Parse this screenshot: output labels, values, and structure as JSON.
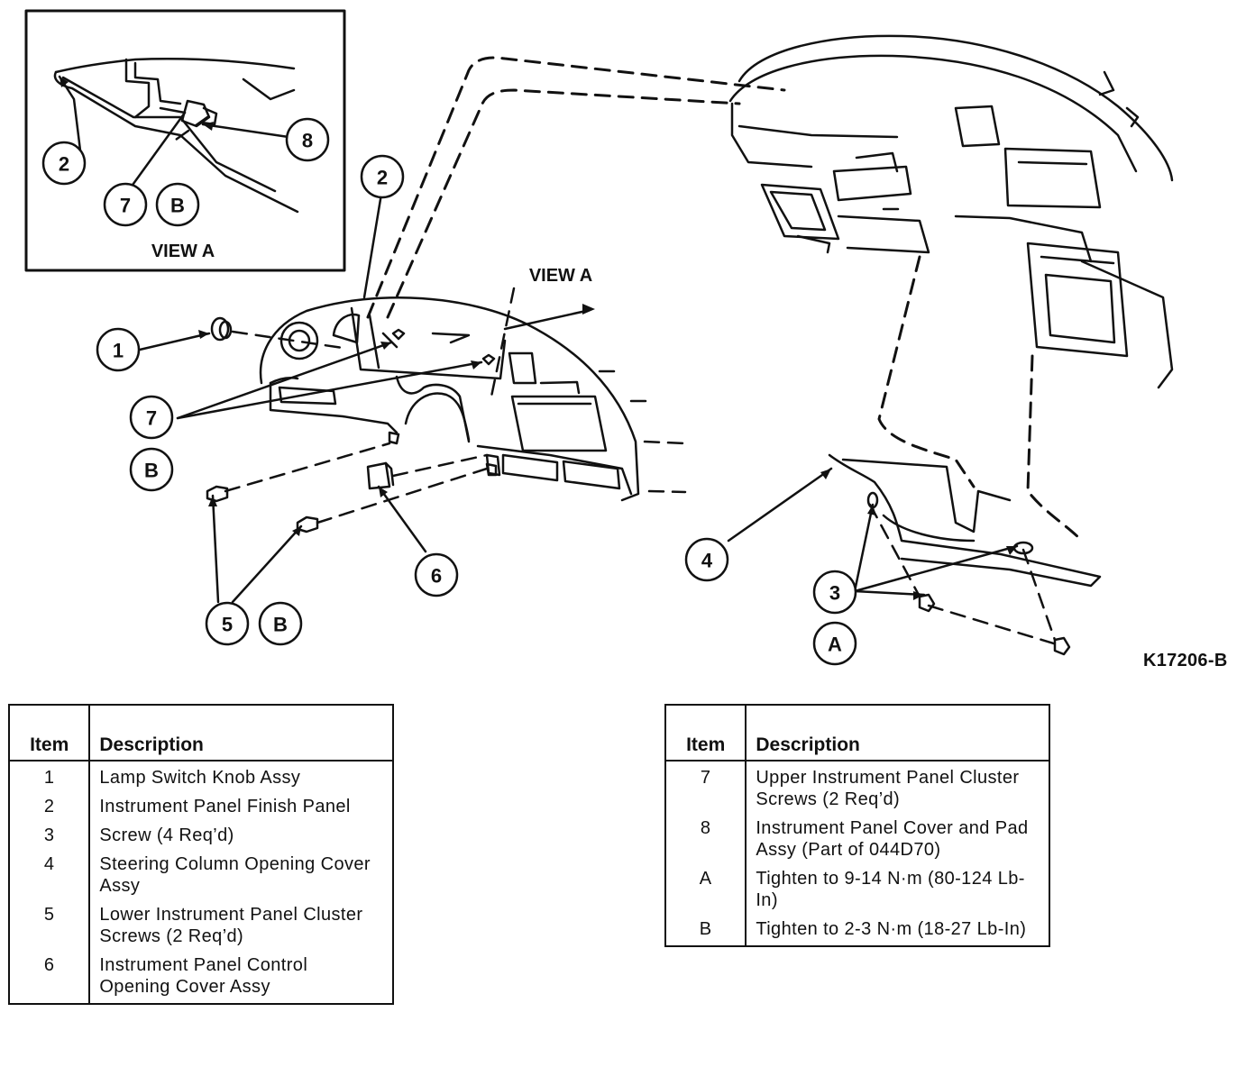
{
  "figure_id": "K17206-B",
  "view_labels": {
    "inset_title": "VIEW A",
    "pointer_label": "VIEW A"
  },
  "callouts": {
    "c1": "1",
    "c2_inset": "2",
    "c8": "8",
    "c7_inset": "7",
    "cB_inset": "B",
    "c2": "2",
    "c7": "7",
    "cB_mid": "B",
    "c5": "5",
    "cB_low": "B",
    "c6": "6",
    "c4": "4",
    "c3": "3",
    "cA": "A"
  },
  "legend_left": {
    "header_item": "Item",
    "header_desc": "Description",
    "rows": [
      {
        "item": "1",
        "desc": "Lamp Switch Knob Assy"
      },
      {
        "item": "2",
        "desc": "Instrument Panel Finish Panel"
      },
      {
        "item": "3",
        "desc": "Screw (4 Req’d)"
      },
      {
        "item": "4",
        "desc": "Steering Column Opening Cover Assy"
      },
      {
        "item": "5",
        "desc": "Lower Instrument Panel Cluster Screws (2 Req’d)"
      },
      {
        "item": "6",
        "desc": "Instrument Panel Control Opening Cover Assy"
      }
    ]
  },
  "legend_right": {
    "header_item": "Item",
    "header_desc": "Description",
    "rows": [
      {
        "item": "7",
        "desc": "Upper Instrument Panel Cluster Screws (2 Req’d)"
      },
      {
        "item": "8",
        "desc": "Instrument Panel Cover and Pad Assy (Part of 044D70)"
      },
      {
        "item": "A",
        "desc": "Tighten to 9-14 N·m (80-124 Lb-In)"
      },
      {
        "item": "B",
        "desc": "Tighten to 2-3 N·m (18-27 Lb-In)"
      }
    ]
  }
}
